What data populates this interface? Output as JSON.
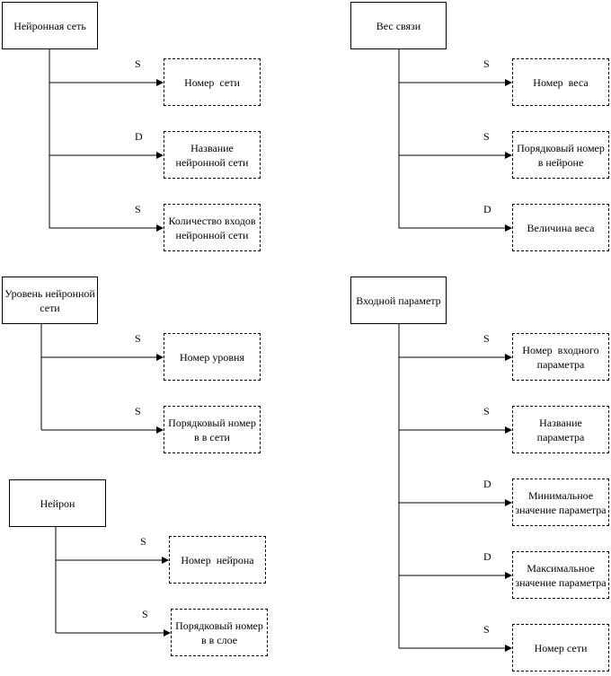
{
  "entities": [
    {
      "id": "network",
      "label": "Нейронная сеть",
      "attributes": [
        {
          "type": "S",
          "label": "Номер  сети"
        },
        {
          "type": "D",
          "label": "Название нейронной сети"
        },
        {
          "type": "S",
          "label": "Количество входов нейронной сети"
        }
      ]
    },
    {
      "id": "weight",
      "label": "Вес связи",
      "attributes": [
        {
          "type": "S",
          "label": "Номер  веса"
        },
        {
          "type": "S",
          "label": "Порядковый номер в нейроне"
        },
        {
          "type": "D",
          "label": "Величина веса"
        }
      ]
    },
    {
      "id": "layer",
      "label": "Уровень нейронной сети",
      "attributes": [
        {
          "type": "S",
          "label": "Номер уровня"
        },
        {
          "type": "S",
          "label": "Порядковый номер в в сети"
        }
      ]
    },
    {
      "id": "input",
      "label": "Входной параметр",
      "attributes": [
        {
          "type": "S",
          "label": "Номер  входного параметра"
        },
        {
          "type": "S",
          "label": "Название параметра"
        },
        {
          "type": "D",
          "label": "Минимальное значение параметра"
        },
        {
          "type": "D",
          "label": "Максимальное значение параметра"
        },
        {
          "type": "S",
          "label": "Номер сети"
        }
      ]
    },
    {
      "id": "neuron",
      "label": "Нейрон",
      "attributes": [
        {
          "type": "S",
          "label": "Номер  нейрона"
        },
        {
          "type": "S",
          "label": "Порядковый номер в в слое"
        }
      ]
    }
  ]
}
